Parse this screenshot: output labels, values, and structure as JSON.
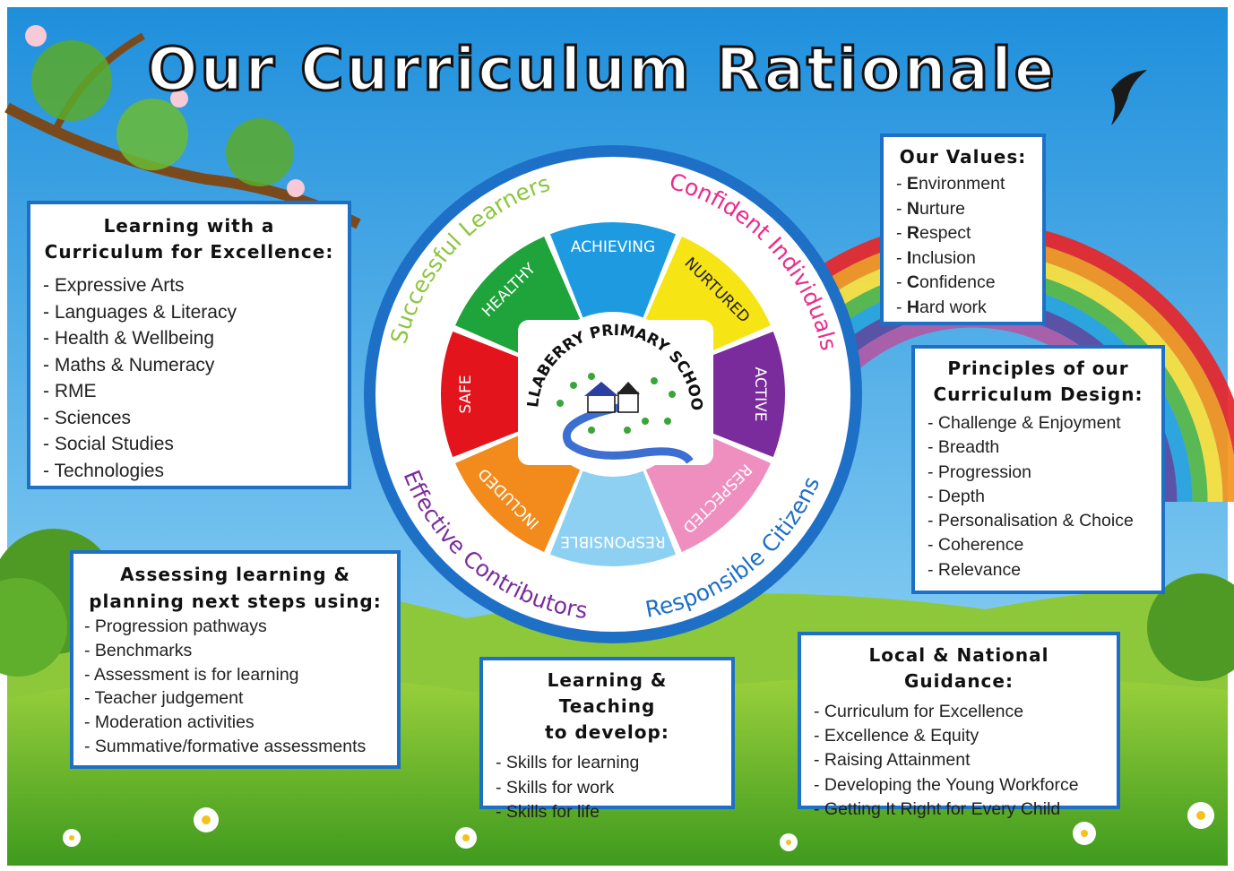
{
  "title": "Our Curriculum Rationale",
  "wheel": {
    "school_name": "OLLABERRY PRIMARY SCHOOL",
    "ring_labels": [
      "Successful Learners",
      "Confident Individuals",
      "Responsible Citizens",
      "Effective Contributors"
    ],
    "segments": [
      {
        "label": "ACHIEVING",
        "color": "#1e9be0"
      },
      {
        "label": "NURTURED",
        "color": "#f7e414"
      },
      {
        "label": "ACTIVE",
        "color": "#7b2c9c"
      },
      {
        "label": "RESPECTED",
        "color": "#ef8fc0"
      },
      {
        "label": "RESPONSIBLE",
        "color": "#8ed0f2"
      },
      {
        "label": "INCLUDED",
        "color": "#f38b1c"
      },
      {
        "label": "SAFE",
        "color": "#e3141c"
      },
      {
        "label": "HEALTHY",
        "color": "#1fa33b"
      }
    ],
    "ring_label_colors": [
      "#8cc63f",
      "#ec2b8c",
      "#1e6fc6",
      "#7b2c9c"
    ]
  },
  "curriculum": {
    "title_line1": "Learning with a",
    "title_line2": "Curriculum for Excellence:",
    "items": [
      "Expressive Arts",
      "Languages & Literacy",
      "Health & Wellbeing",
      "Maths & Numeracy",
      "RME",
      "Sciences",
      "Social Studies",
      "Technologies"
    ]
  },
  "values": {
    "title": "Our Values:",
    "items": [
      {
        "initial": "E",
        "rest": "nvironment"
      },
      {
        "initial": "N",
        "rest": "urture"
      },
      {
        "initial": "R",
        "rest": "espect"
      },
      {
        "initial": "I",
        "rest": "nclusion"
      },
      {
        "initial": "C",
        "rest": "onfidence"
      },
      {
        "initial": "H",
        "rest": "ard work"
      }
    ]
  },
  "principles": {
    "title_line1": "Principles of our",
    "title_line2": "Curriculum Design:",
    "items": [
      "Challenge & Enjoyment",
      "Breadth",
      "Progression",
      "Depth",
      "Personalisation & Choice",
      "Coherence",
      "Relevance"
    ]
  },
  "assessing": {
    "title_line1": "Assessing learning &",
    "title_line2": "planning next steps using:",
    "items": [
      "Progression pathways",
      "Benchmarks",
      "Assessment is for learning",
      "Teacher judgement",
      "Moderation activities",
      "Summative/formative assessments"
    ]
  },
  "teaching": {
    "title_line1": "Learning & Teaching",
    "title_line2": "to develop:",
    "items": [
      "Skills for learning",
      "Skills for work",
      "Skills for life"
    ]
  },
  "guidance": {
    "title": "Local & National Guidance:",
    "items": [
      "Curriculum for Excellence",
      "Excellence & Equity",
      "Raising Attainment",
      "Developing the Young Workforce",
      "Getting It Right for Every Child"
    ]
  },
  "colors": {
    "box_border": "#1e6fc6",
    "sky": "#2c9be3",
    "grass": "#5fb526",
    "wheel_ring": "#1e6fc6"
  }
}
